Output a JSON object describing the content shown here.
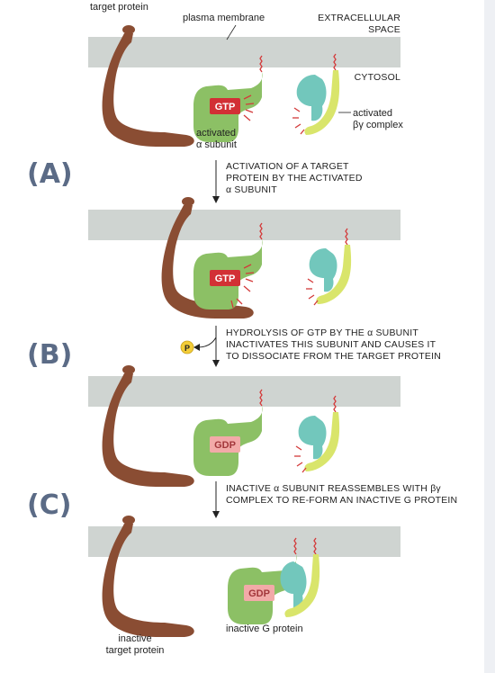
{
  "colors": {
    "membrane": "#cfd4d1",
    "target_protein": "#8a4d33",
    "alpha_subunit": "#8cc065",
    "beta_subunit": "#d9e56b",
    "gamma_subunit": "#72c7bc",
    "gtp_badge": "#d23035",
    "gdp_badge": "#f2aaa8",
    "phosphate": "#f3cd38",
    "section_letter": "#5b6b86",
    "signal_mark": "#d33a3a",
    "page_edge": "#eef0f4"
  },
  "labels": {
    "target_protein": "target protein",
    "plasma_membrane": "plasma membrane",
    "extracellular_line1": "EXTRACELLULAR",
    "extracellular_line2": "SPACE",
    "cytosol": "CYTOSOL",
    "activated_alpha_line1": "activated",
    "activated_alpha_line2": "α subunit",
    "activated_bg_line1": "activated",
    "activated_bg_line2": "βγ complex",
    "inactive_target_line1": "inactive",
    "inactive_target_line2": "target protein",
    "inactive_g_protein": "inactive G protein",
    "gtp": "GTP",
    "gdp": "GDP",
    "phosphate": "P"
  },
  "steps": [
    {
      "letter": "(A)",
      "lines": [
        "ACTIVATION OF A TARGET",
        "PROTEIN BY THE ACTIVATED",
        "α SUBUNIT"
      ]
    },
    {
      "letter": "(B)",
      "lines": [
        "HYDROLYSIS OF GTP BY THE α SUBUNIT",
        "INACTIVATES THIS SUBUNIT AND CAUSES IT",
        "TO DISSOCIATE FROM THE TARGET PROTEIN"
      ]
    },
    {
      "letter": "(C)",
      "lines": [
        "INACTIVE α SUBUNIT REASSEMBLES WITH βγ",
        "COMPLEX TO RE-FORM AN INACTIVE G PROTEIN"
      ]
    }
  ]
}
